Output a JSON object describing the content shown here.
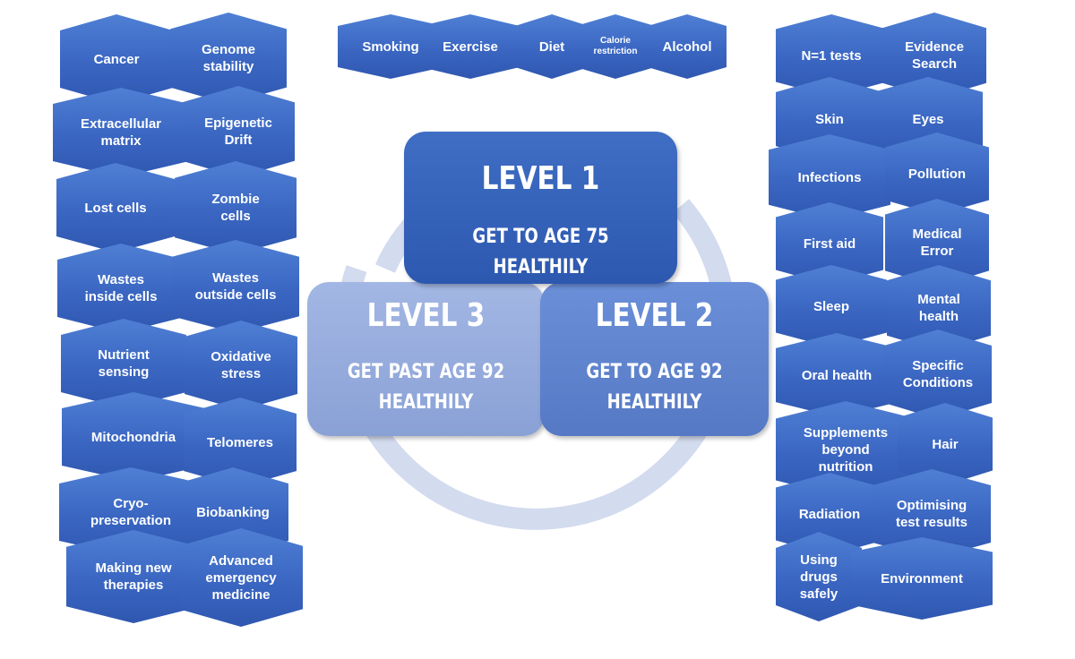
{
  "levels": {
    "level1": {
      "title": "LEVEL 1",
      "subtitle": "GET TO AGE 75  HEALTHILY"
    },
    "level2": {
      "title": "LEVEL 2",
      "subtitle": "GET TO AGE 92\nHEALTHILY"
    },
    "level3": {
      "title": "LEVEL 3",
      "subtitle": "GET PAST AGE 92\nHEALTHILY"
    }
  },
  "top_lifestyle": [
    "Smoking",
    "Exercise",
    "Diet",
    "Calorie\nrestriction",
    "Alcohol"
  ],
  "left_hallmarks": [
    "Cancer",
    "Genome\nstability",
    "Extracellular\nmatrix",
    "Epigenetic\nDrift",
    "Lost cells",
    "Zombie\ncells",
    "Wastes\ninside cells",
    "Wastes\noutside cells",
    "Nutrient\nsensing",
    "Oxidative\nstress",
    "Mitochondria",
    "Telomeres",
    "Cryo-\npreservation",
    "Biobanking",
    "Making new\ntherapies",
    "Advanced\nemergency\nmedicine"
  ],
  "right_topics": [
    "N=1 tests",
    "Evidence\nSearch",
    "Skin",
    "Eyes",
    "Infections",
    "Pollution",
    "First aid",
    "Medical\nError",
    "Sleep",
    "Mental\nhealth",
    "Oral health",
    "Specific\nConditions",
    "Supplements\nbeyond\nnutrition",
    "Hair",
    "Radiation",
    "Optimising\ntest results",
    "Using\ndrugs\nsafely",
    "Environment"
  ],
  "colors": {
    "hex_fill": "#3a66c2",
    "level1": "#2d58b0",
    "level2": "#5579c4",
    "level3": "#8aa1d6",
    "cycle_ring": "#d3dbee"
  }
}
